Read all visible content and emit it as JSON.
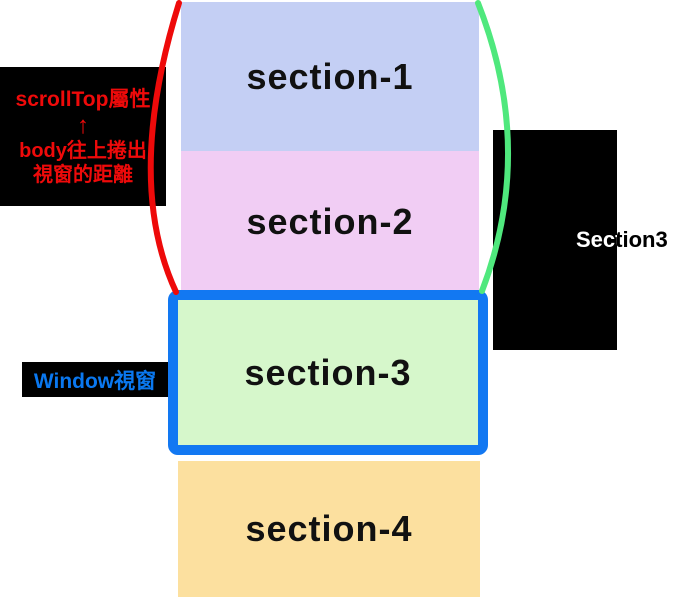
{
  "sections": [
    {
      "label": "section-1",
      "color": "#c4cff4"
    },
    {
      "label": "section-2",
      "color": "#f1cdf4"
    },
    {
      "label": "section-3",
      "color": "#d6f7cb"
    },
    {
      "label": "section-4",
      "color": "#fce09f"
    }
  ],
  "scrolltop_label": {
    "line1": "scrollTop屬性",
    "arrow": "↑",
    "line2": "body往上捲出",
    "line3": "視窗的距離",
    "text_color": "#ee0a0a"
  },
  "window_label": {
    "text": "Window視窗",
    "text_color": "#0a78f0"
  },
  "right_label": {
    "text": "Section3",
    "text_color": "#ffffff"
  },
  "viewport": {
    "border_color": "#1278f2"
  },
  "braces": {
    "left_color": "#ee0a0a",
    "right_color": "#4fe87d"
  }
}
